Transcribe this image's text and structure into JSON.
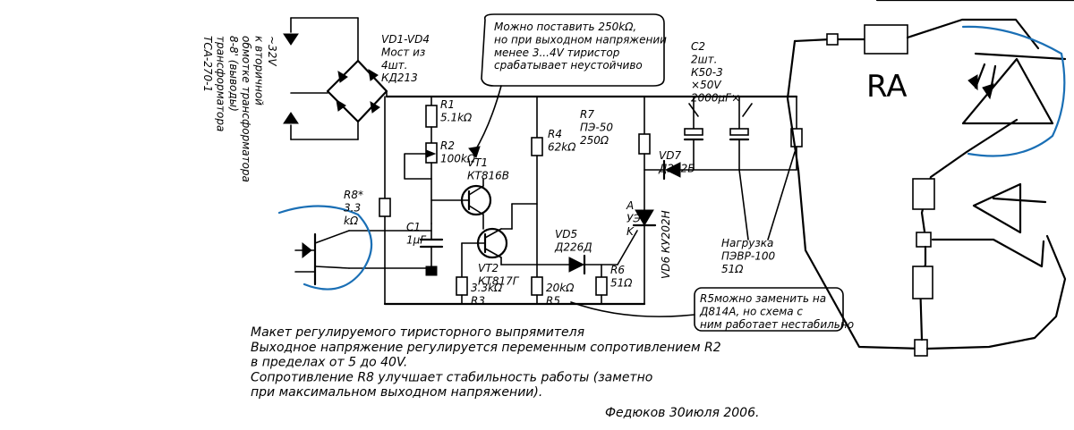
{
  "labels": {
    "winding": "~32V\nк вторичной\nобмотке трансформатора\n8-8' (выводы)\nтрансформатора\nТСА-270-1",
    "bridge": "VD1-VD4\nМост из\n4шт.\nКД213",
    "r1": "R1\n5.1kΩ",
    "r2": "R2\n100kΩ",
    "vt1": "VT1\nКТ816В",
    "vt2": "VT2\nКТ817Г",
    "r3": "3.3kΩ\nR3",
    "r4": "R4\n62kΩ",
    "r5": "20kΩ\nR5",
    "r6": "R6\n51Ω",
    "r7": "R7\nПЭ-50\n250Ω",
    "vd5": "VD5\nД226Д",
    "vd7": "VD7\nД242Б",
    "vd6": "VD6 КУ202Н",
    "vd6_pins": "A\nУЭ\nK",
    "c1": "C1\n1μF",
    "c2": "C2\n2шт.\nК50-3\n×50V\n2000μF×",
    "r8": "R8*\n3.3\nkΩ",
    "load": "Нагрузка\nПЭВР-100\n51Ω",
    "ra": "RA",
    "note_top": "Можно поставить 250kΩ,\nно при выходном напряжении\nменее 3...4V тиристор\nсрабатывает неустойчиво",
    "note_r5": "R5можно заменить на\nД814А, но схема с\nним работает нестабильно",
    "caption": "Макет регулируемого тиристорного выпрямителя\nВыходное напряжение регулируется переменным сопротивлением R2\nв пределах от 5 до 40V.\nСопротивление R8 улучшает стабильность работы (заметно\nпри максимальном выходном напряжении).",
    "signature": "Федюков   30июля 2006."
  }
}
